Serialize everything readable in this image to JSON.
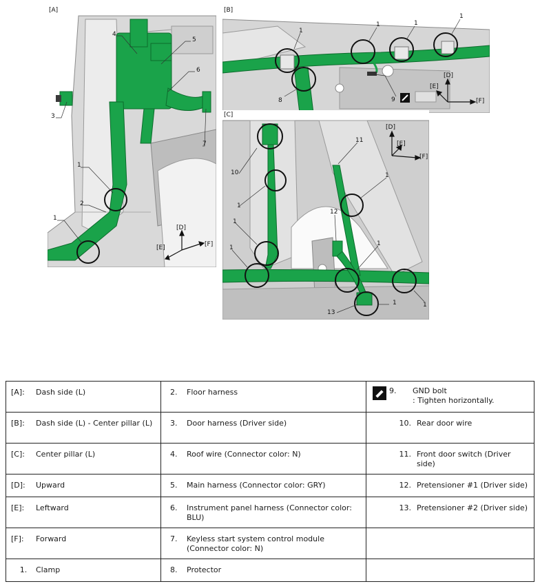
{
  "figures": {
    "a": {
      "label": "[A]",
      "callouts": [
        "1",
        "1",
        "2",
        "3",
        "4",
        "5",
        "6",
        "7"
      ],
      "axes": [
        "[D]",
        "[E]",
        "[F]"
      ]
    },
    "b": {
      "label": "[B]",
      "callouts": [
        "1",
        "1",
        "1",
        "1",
        "1",
        "8",
        "9"
      ],
      "axes": [
        "[D]",
        "[E]",
        "[F]"
      ]
    },
    "c": {
      "label": "[C]",
      "callouts": [
        "10",
        "11",
        "1",
        "1",
        "1",
        "1",
        "12",
        "1",
        "1",
        "1",
        "13"
      ],
      "axes": [
        "[D]",
        "[E]",
        "[F]"
      ]
    }
  },
  "legend": {
    "rows": [
      [
        {
          "key": "[A]:",
          "value": "Dash side (L)"
        },
        {
          "key": "2.",
          "value": "Floor harness"
        },
        {
          "key": "9.",
          "value": "GND bolt",
          "note": ": Tighten horizontally.",
          "icon": "gnd-bolt-icon"
        }
      ],
      [
        {
          "key": "[B]:",
          "value": "Dash side (L) - Center pillar (L)"
        },
        {
          "key": "3.",
          "value": "Door harness (Driver side)"
        },
        {
          "key": "10.",
          "value": "Rear door wire"
        }
      ],
      [
        {
          "key": "[C]:",
          "value": "Center pillar (L)"
        },
        {
          "key": "4.",
          "value": "Roof wire (Connector color: N)"
        },
        {
          "key": "11.",
          "value": "Front door switch (Driver side)"
        }
      ],
      [
        {
          "key": "[D]:",
          "value": "Upward"
        },
        {
          "key": "5.",
          "value": "Main harness (Connector color: GRY)"
        },
        {
          "key": "12.",
          "value": "Pretensioner #1 (Driver side)"
        }
      ],
      [
        {
          "key": "[E]:",
          "value": "Leftward"
        },
        {
          "key": "6.",
          "value": "Instrument panel harness (Connector color: BLU)"
        },
        {
          "key": "13.",
          "value": "Pretensioner #2 (Driver side)"
        }
      ],
      [
        {
          "key": "[F]:",
          "value": "Forward"
        },
        {
          "key": "7.",
          "value": "Keyless start system control module (Connector color: N)"
        },
        {
          "key": "",
          "value": ""
        }
      ],
      [
        {
          "key": "1.",
          "value": "Clamp"
        },
        {
          "key": "8.",
          "value": "Protector"
        },
        {
          "key": "",
          "value": ""
        }
      ]
    ]
  },
  "colors": {
    "harness": "#1aa34a",
    "harness_dark": "#0c6b2c",
    "body_gray": "#c8c8c8"
  }
}
